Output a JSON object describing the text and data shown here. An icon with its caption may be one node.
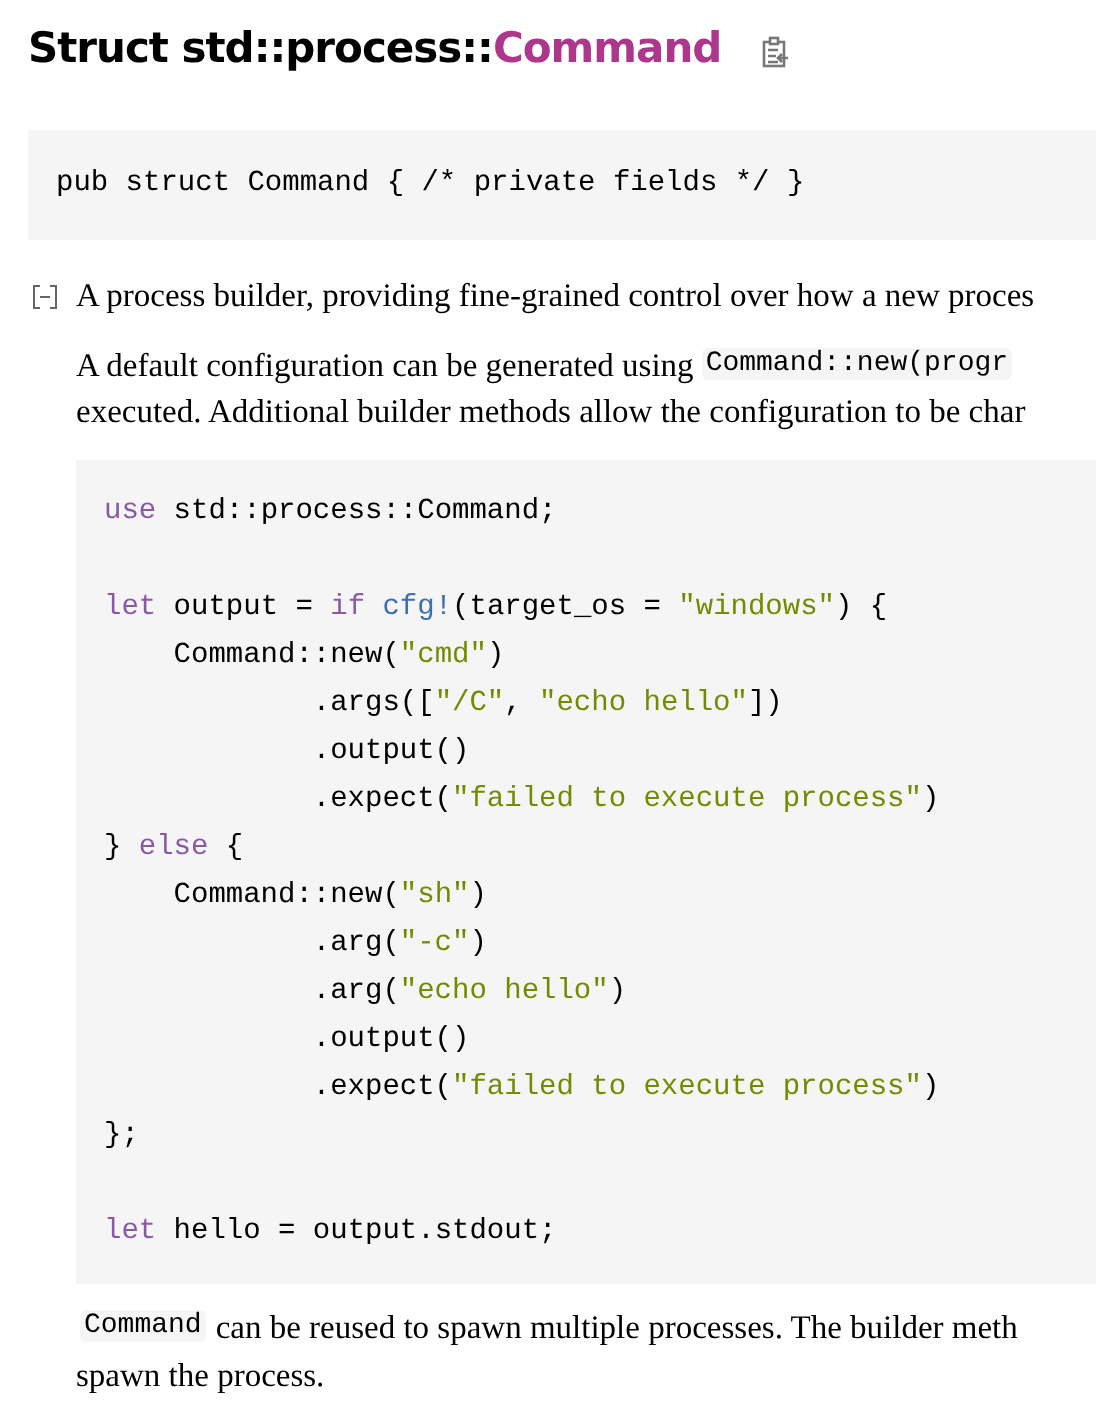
{
  "diagram": {
    "title": "Struct std::process::Command",
    "labels": [
      "pub struct Command { /* private fields */ }",
      "A process builder, providing fine-grained control over how a new proces",
      "A default configuration can be generated using",
      "Command::new(progr",
      "executed. Additional builder methods allow the configuration to be char",
      "use std::process::Command;",
      "let output = if cfg!(target_os = \"windows\") {",
      "Command::new(\"cmd\")",
      ".args([\"/C\", \"echo hello\"])",
      ".output()",
      ".expect(\"failed to execute process\")",
      "} else {",
      "Command::new(\"sh\")",
      ".arg(\"-c\")",
      ".arg(\"echo hello\")",
      ".output()",
      ".expect(\"failed to execute process\")",
      "};",
      "let hello = output.stdout;",
      "Command",
      "can be reused to spawn multiple processes. The builder meth",
      "spawn the process."
    ]
  }
}
